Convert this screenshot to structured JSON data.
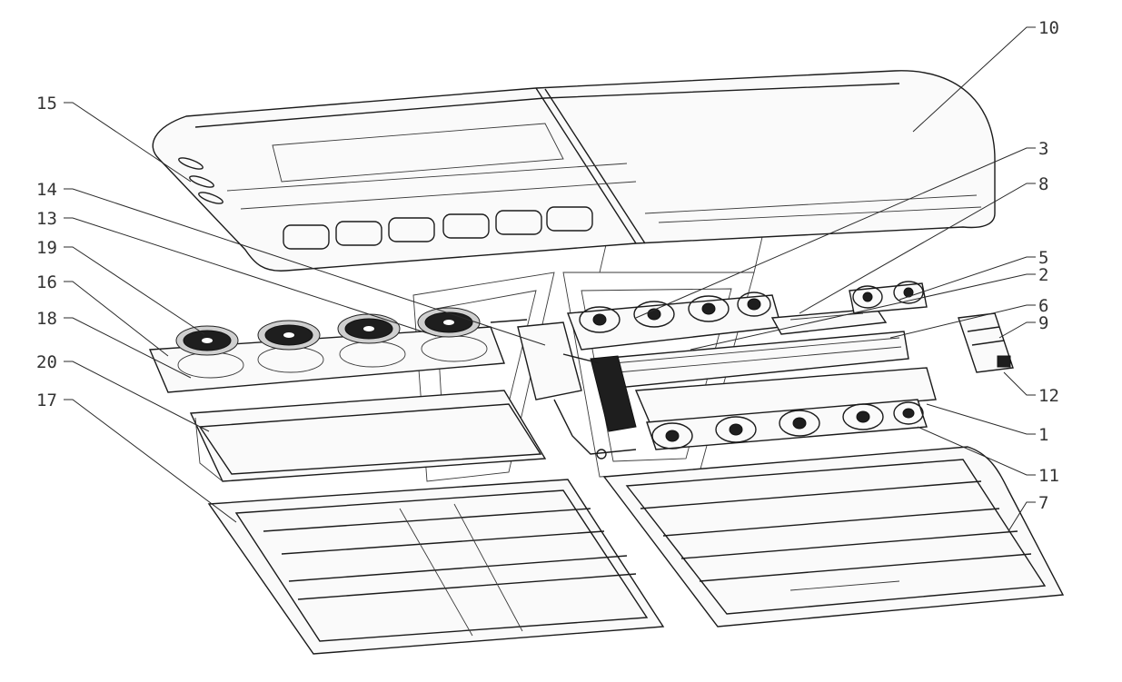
{
  "callouts": {
    "c1": "1",
    "c3": "3",
    "c5": "5",
    "c2": "2",
    "c6": "6",
    "c7": "7",
    "c8": "8",
    "c9": "9",
    "c10": "10",
    "c11": "11",
    "c12": "12",
    "c13": "13",
    "c14": "14",
    "c15": "15",
    "c16": "16",
    "c17": "17",
    "c18": "18",
    "c19": "19",
    "c20": "20"
  }
}
